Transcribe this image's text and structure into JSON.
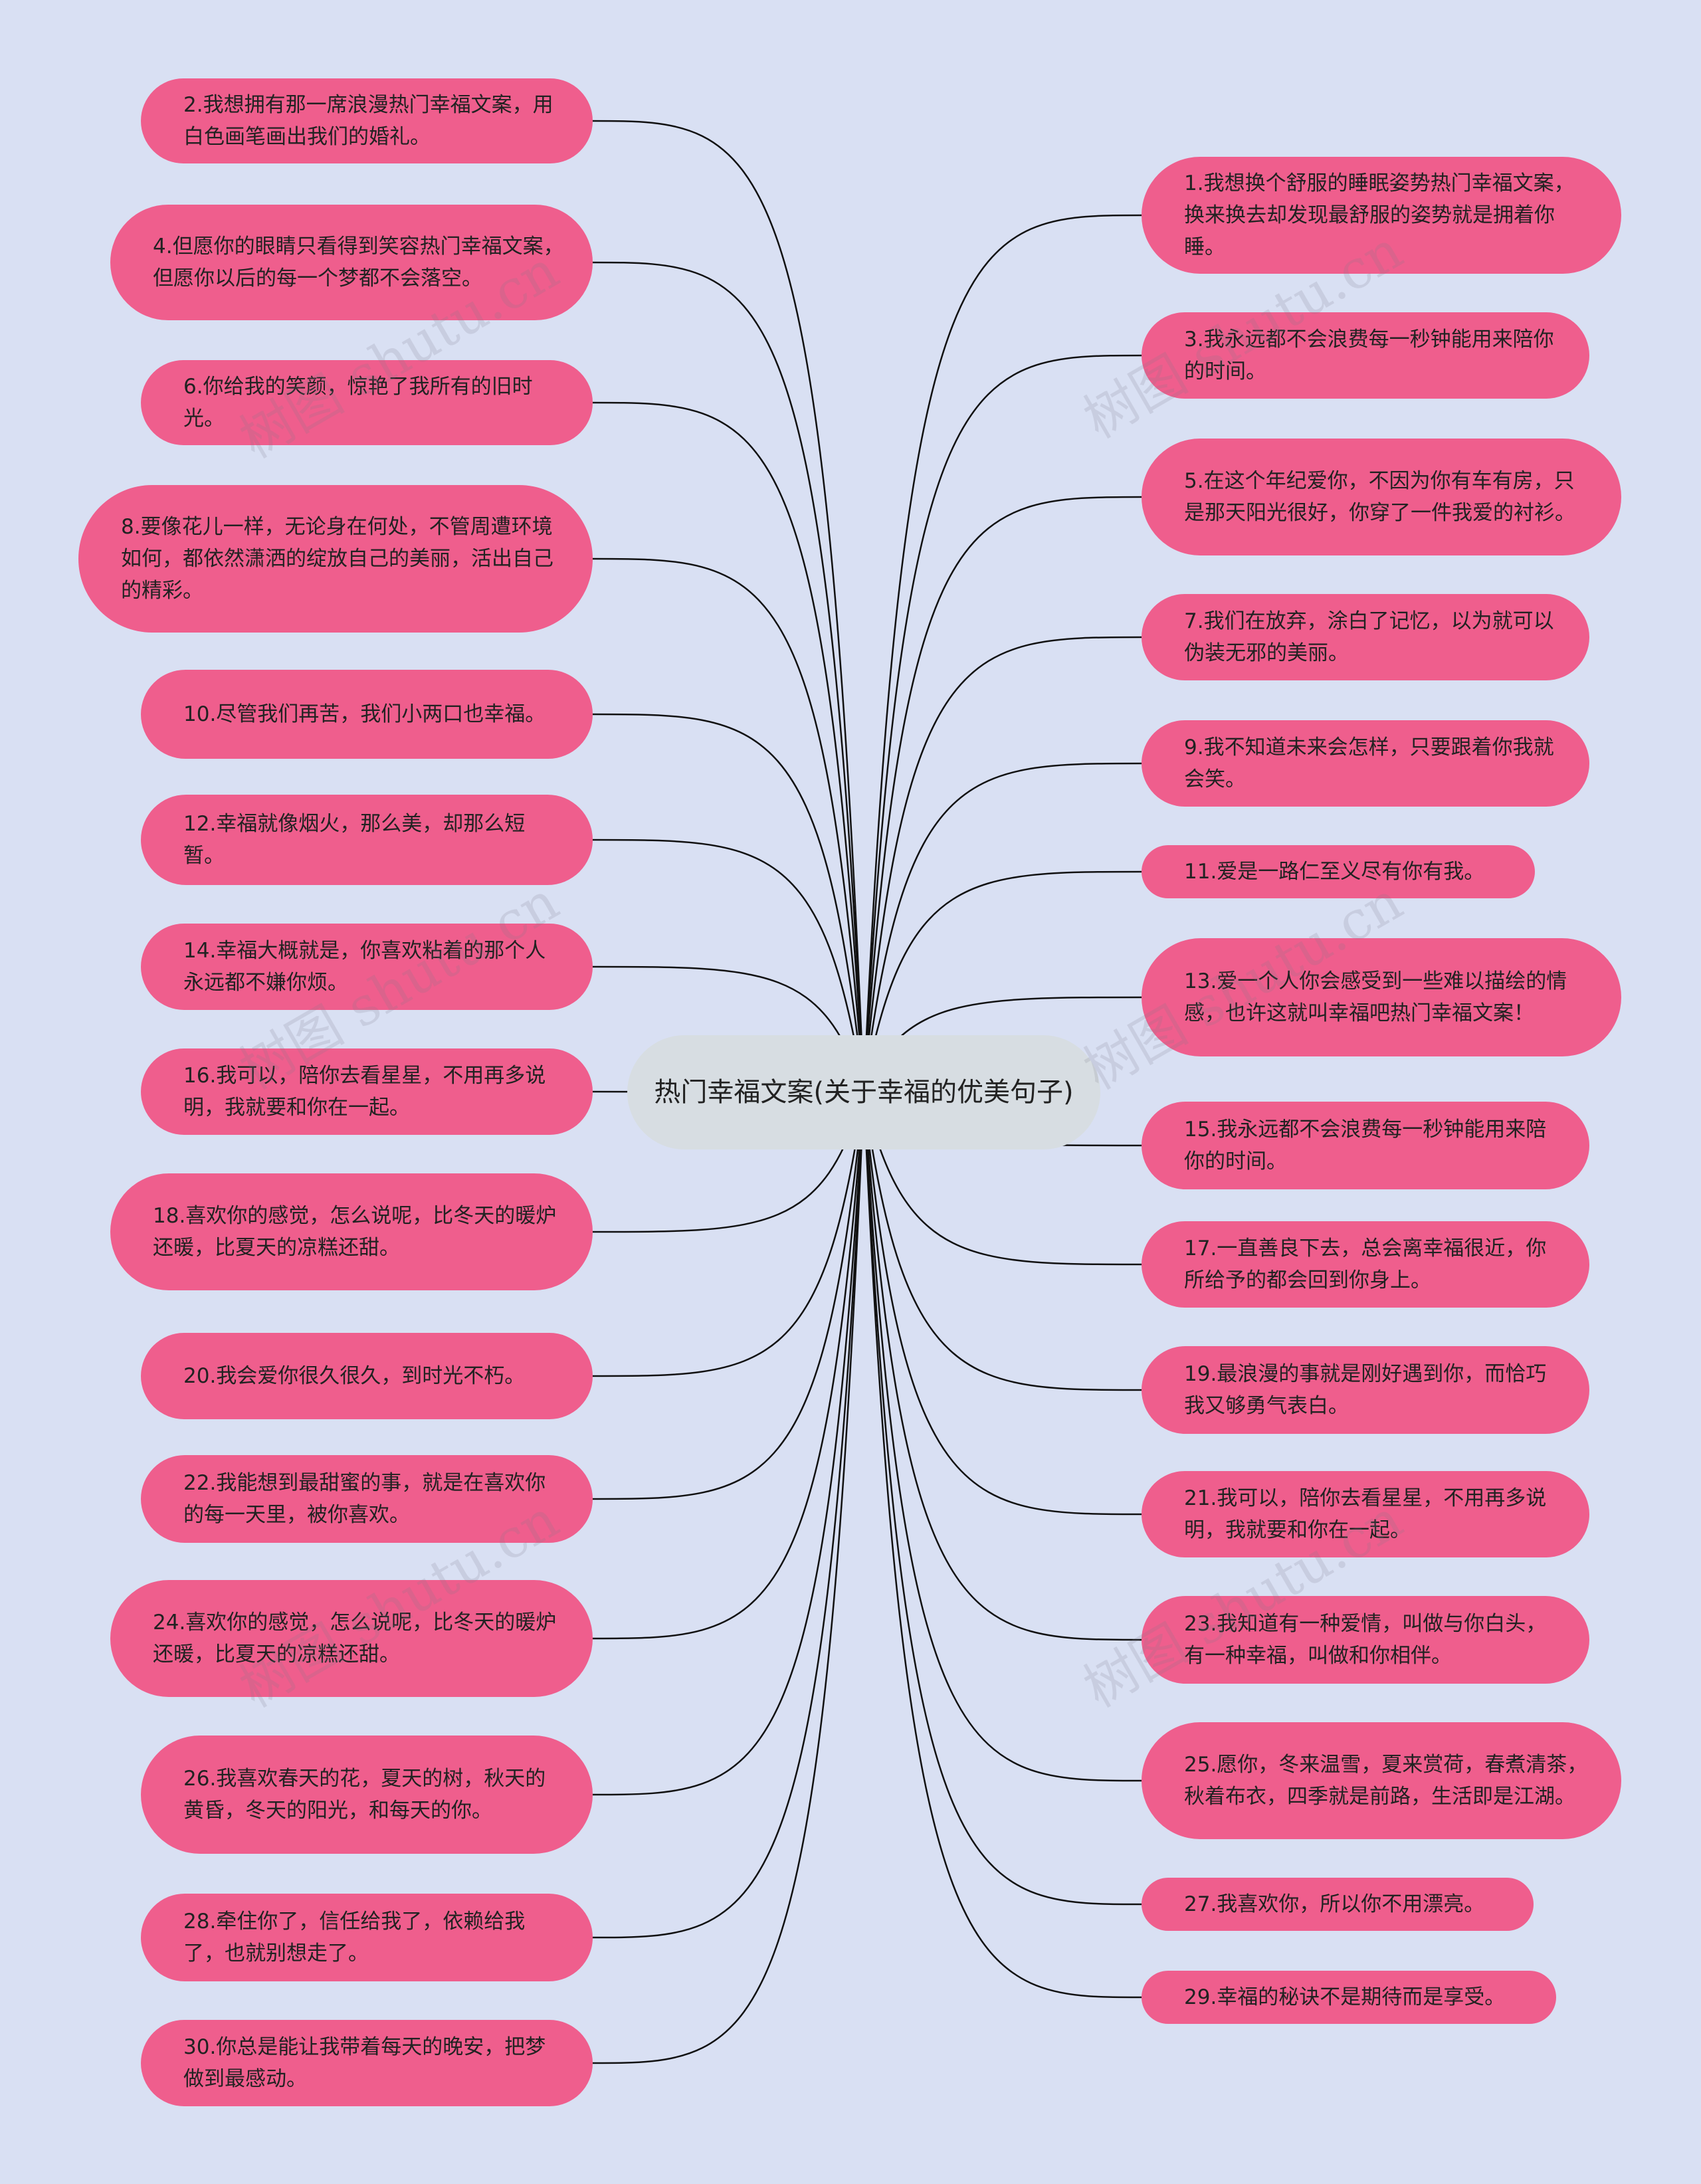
{
  "center": {
    "text": "热门幸福文案(关于幸福的优美句子)"
  },
  "left_nodes": [
    {
      "text": "2.我想拥有那一席浪漫热门幸福文案，用白色画笔画出我们的婚礼。"
    },
    {
      "text": "4.但愿你的眼睛只看得到笑容热门幸福文案，但愿你以后的每一个梦都不会落空。"
    },
    {
      "text": "6.你给我的笑颜，惊艳了我所有的旧时光。"
    },
    {
      "text": "8.要像花儿一样，无论身在何处，不管周遭环境如何，都依然潇洒的绽放自己的美丽，活出自己的精彩。"
    },
    {
      "text": "10.尽管我们再苦，我们小两口也幸福。"
    },
    {
      "text": "12.幸福就像烟火，那么美，却那么短暂。"
    },
    {
      "text": "14.幸福大概就是，你喜欢粘着的那个人永远都不嫌你烦。"
    },
    {
      "text": "16.我可以，陪你去看星星，不用再多说明，我就要和你在一起。"
    },
    {
      "text": "18.喜欢你的感觉，怎么说呢，比冬天的暖炉还暖，比夏天的凉糕还甜。"
    },
    {
      "text": "20.我会爱你很久很久，到时光不朽。"
    },
    {
      "text": "22.我能想到最甜蜜的事，就是在喜欢你的每一天里，被你喜欢。"
    },
    {
      "text": "24.喜欢你的感觉，怎么说呢，比冬天的暖炉还暖，比夏天的凉糕还甜。"
    },
    {
      "text": "26.我喜欢春天的花，夏天的树，秋天的黄昏，冬天的阳光，和每天的你。"
    },
    {
      "text": "28.牵住你了，信任给我了，依赖给我了，也就别想走了。"
    },
    {
      "text": "30.你总是能让我带着每天的晚安，把梦做到最感动。"
    }
  ],
  "right_nodes": [
    {
      "text": "1.我想换个舒服的睡眠姿势热门幸福文案，换来换去却发现最舒服的姿势就是拥着你睡。"
    },
    {
      "text": "3.我永远都不会浪费每一秒钟能用来陪你的时间。"
    },
    {
      "text": "5.在这个年纪爱你，不因为你有车有房，只是那天阳光很好，你穿了一件我爱的衬衫。"
    },
    {
      "text": "7.我们在放弃，涂白了记忆，以为就可以伪装无邪的美丽。"
    },
    {
      "text": "9.我不知道未来会怎样，只要跟着你我就会笑。"
    },
    {
      "text": "11.爱是一路仁至义尽有你有我。"
    },
    {
      "text": "13.爱一个人你会感受到一些难以描绘的情感，也许这就叫幸福吧热门幸福文案！"
    },
    {
      "text": "15.我永远都不会浪费每一秒钟能用来陪你的时间。"
    },
    {
      "text": "17.一直善良下去，总会离幸福很近，你所给予的都会回到你身上。"
    },
    {
      "text": "19.最浪漫的事就是刚好遇到你，而恰巧我又够勇气表白。"
    },
    {
      "text": "21.我可以，陪你去看星星，不用再多说明，我就要和你在一起。"
    },
    {
      "text": "23.我知道有一种爱情，叫做与你白头，有一种幸福，叫做和你相伴。"
    },
    {
      "text": "25.愿你，冬来温雪，夏来赏荷，春煮清茶，秋着布衣，四季就是前路，生活即是江湖。"
    },
    {
      "text": "27.我喜欢你，所以你不用漂亮。"
    },
    {
      "text": "29.幸福的秘诀不是期待而是享受。"
    }
  ],
  "watermark": "树图 shutu.cn",
  "colors": {
    "background": "#d9e0f3",
    "node": "#ef5e8d",
    "center": "#d7dde2",
    "edge": "#111111"
  }
}
